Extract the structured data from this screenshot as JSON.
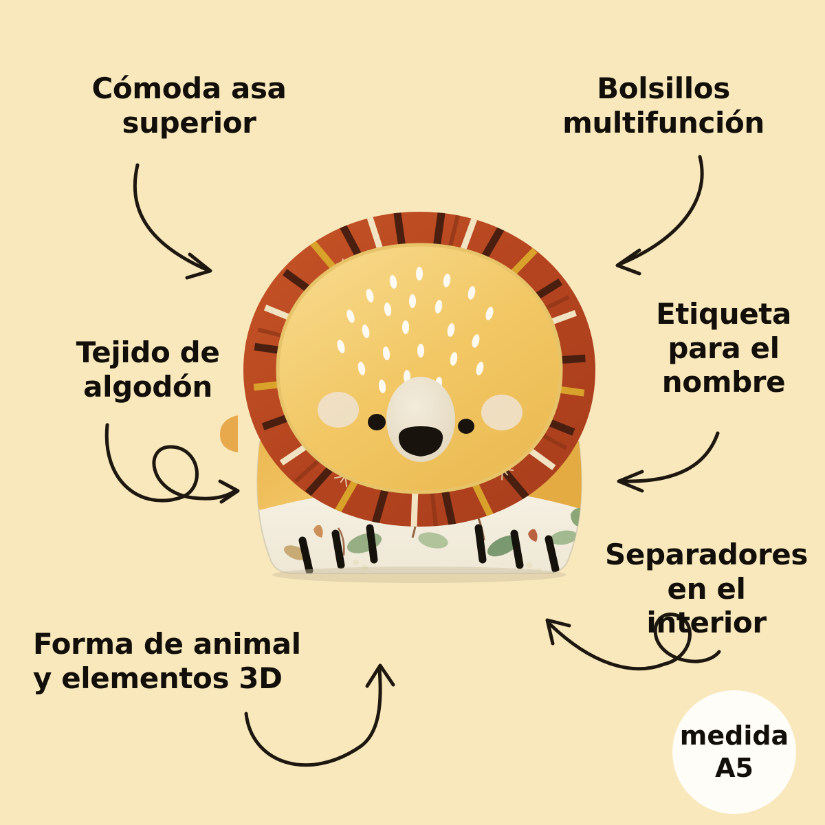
{
  "page": {
    "background_color": "#f8e8bc",
    "text_color": "#120f0a",
    "arrow_color": "#1d1710",
    "language": "es"
  },
  "callouts": [
    {
      "id": "asa",
      "text": "Cómoda asa\nsuperior",
      "align": "center",
      "arrow": "curve-down-right"
    },
    {
      "id": "bolsillos",
      "text": "Bolsillos\nmultifunción",
      "align": "center",
      "arrow": "curve-down-left"
    },
    {
      "id": "tejido",
      "text": "Tejido de\nalgodón",
      "align": "center",
      "arrow": "loop-right"
    },
    {
      "id": "etiqueta",
      "text": "Etiqueta\npara el\nnombre",
      "align": "center",
      "arrow": "curve-down-left"
    },
    {
      "id": "separadores",
      "text": "Separadores\nen el\ninterior",
      "align": "center",
      "arrow": "loop-left"
    },
    {
      "id": "forma",
      "text": "Forma de animal\ny elementos 3D",
      "align": "left",
      "arrow": "u-turn-up-right"
    }
  ],
  "badge": {
    "line1": "medida",
    "line2": "A5",
    "background_color": "#fffdf7"
  },
  "product": {
    "name": "lion-character-backpack",
    "colors": {
      "face": "#f2c65f",
      "face_light": "#f7d987",
      "mane_base": "#bf4e24",
      "mane_stripe_dark": "#4a1f10",
      "mane_stripe_cream": "#f2e4c2",
      "mane_stripe_gold": "#d9a32b",
      "body": "#edbb55",
      "print_base": "#f6f1e4",
      "muzzle": "#ece3cf",
      "nose": "#18130d",
      "eye": "#18130d",
      "cheek": "#efe3d2",
      "handle": "#f3e7cc",
      "dash": "#ffffff"
    }
  }
}
